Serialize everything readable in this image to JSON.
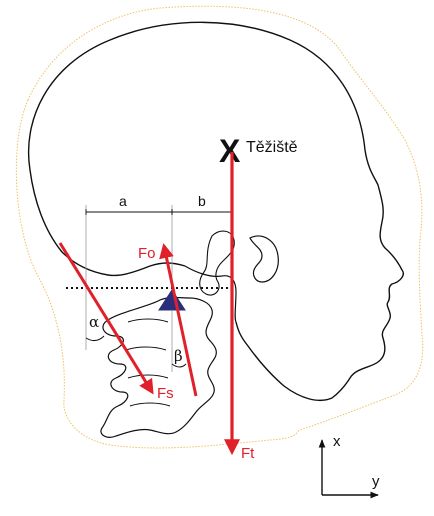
{
  "diagram": {
    "labels": {
      "center_of_gravity": "Těžiště",
      "cog_marker": "X",
      "force_occipital": "Fo",
      "force_muscle": "Fs",
      "force_total": "Ft",
      "dist_a": "a",
      "dist_b": "b",
      "angle_alpha": "α",
      "angle_beta": "β",
      "axis_x": "x",
      "axis_y": "y"
    },
    "colors": {
      "force_arrow": "#e0202a",
      "pivot": "#2b2e7a",
      "outline": "#111111",
      "outer_contour": "#f0c060"
    }
  }
}
